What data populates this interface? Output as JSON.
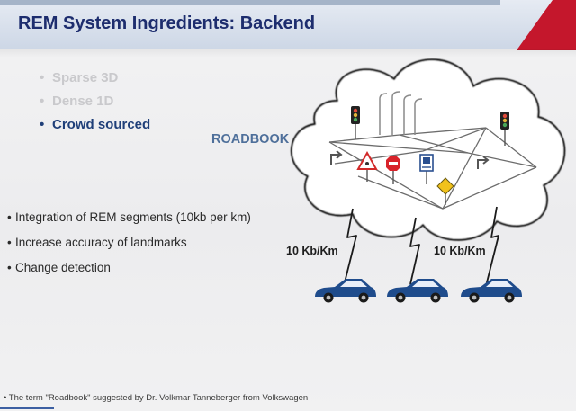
{
  "slide": {
    "title": "REM System Ingredients: Backend",
    "top_items": [
      {
        "label": "Sparse 3D",
        "state": "faded"
      },
      {
        "label": "Dense 1D",
        "state": "faded"
      },
      {
        "label": "Crowd sourced",
        "state": "active"
      }
    ],
    "bullet_char": "•",
    "roadbook_label": "ROADBOOK",
    "bullets": [
      "Integration of REM segments (10kb per km)",
      "Increase accuracy of landmarks",
      "Change detection"
    ],
    "speed_labels": [
      "10 Kb/Km",
      "10 Kb/Km"
    ],
    "footnote": "The term \"Roadbook\" suggested by Dr. Volkmar Tanneberger from Volkswagen"
  },
  "colors": {
    "title_text": "#1d2d6e",
    "active_item": "#1f3f79",
    "faded_item": "#c9c9cc",
    "roadbook_text": "#4e6f9a",
    "car_blue": "#1f4c8c",
    "accent_red": "#c4172c"
  },
  "icons": {
    "cloud": "cloud-icon",
    "cars": "car-icon",
    "signal": "lightning-link-icon",
    "signs": [
      "traffic-light-icon",
      "warning-sign-icon",
      "stop-sign-icon",
      "speed-camera-sign-icon",
      "diamond-sign-icon",
      "street-lamp-icon"
    ]
  }
}
